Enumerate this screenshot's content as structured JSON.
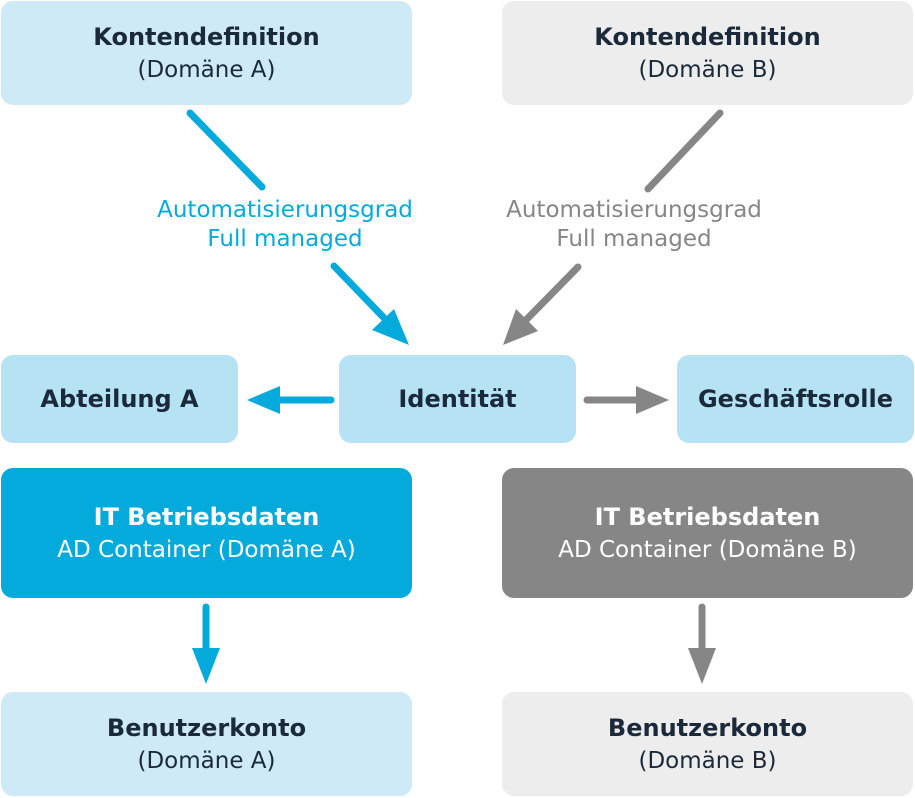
{
  "boxes": {
    "kontendef_a": {
      "title": "Kontendefinition",
      "sub": "(Domäne A)"
    },
    "kontendef_b": {
      "title": "Kontendefinition",
      "sub": "(Domäne B)"
    },
    "abteilung": {
      "title": "Abteilung A"
    },
    "identitaet": {
      "title": "Identität"
    },
    "geschaeftsrolle": {
      "title": "Geschäftsrolle"
    },
    "itbetrieb_a": {
      "title": "IT Betriebsdaten",
      "sub": "AD Container (Domäne A)"
    },
    "itbetrieb_b": {
      "title": "IT Betriebsdaten",
      "sub": "AD Container (Domäne B)"
    },
    "benutzer_a": {
      "title": "Benutzerkonto",
      "sub": "(Domäne A)"
    },
    "benutzer_b": {
      "title": "Benutzerkonto",
      "sub": "(Domäne B)"
    }
  },
  "labels": {
    "auto_a": {
      "line1": "Automatisierungsgrad",
      "line2": "Full managed"
    },
    "auto_b": {
      "line1": "Automatisierungsgrad",
      "line2": "Full managed"
    }
  },
  "colors": {
    "accent_blue": "#04aadb",
    "accent_grey": "#868686"
  }
}
